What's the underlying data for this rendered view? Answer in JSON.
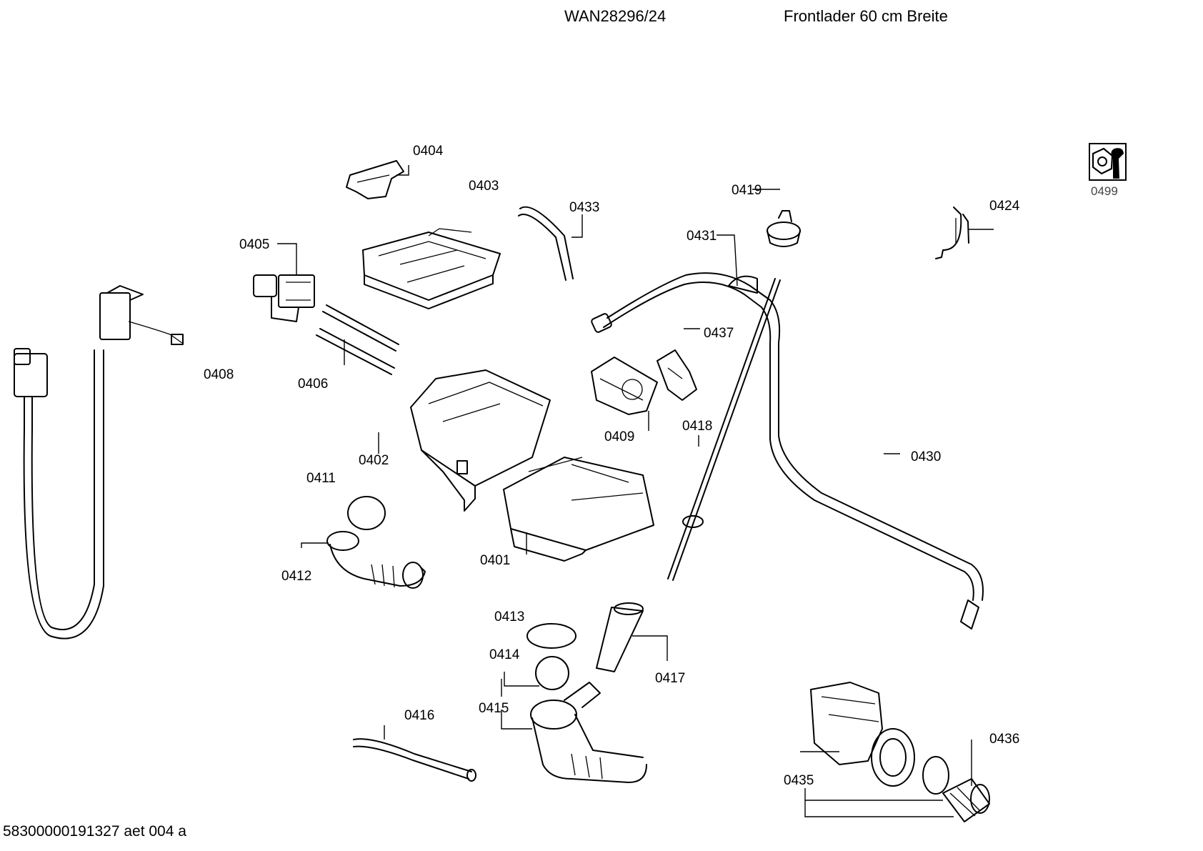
{
  "header": {
    "model": "WAN28296/24",
    "description": "Frontlader 60 cm Breite"
  },
  "footer": {
    "doc_code": "58300000191327 aet 004 a"
  },
  "parts": {
    "p0401": "0401",
    "p0402": "0402",
    "p0403": "0403",
    "p0404": "0404",
    "p0405": "0405",
    "p0406": "0406",
    "p0408": "0408",
    "p0409": "0409",
    "p0411": "0411",
    "p0412": "0412",
    "p0413": "0413",
    "p0414": "0414",
    "p0415": "0415",
    "p0416": "0416",
    "p0417": "0417",
    "p0418": "0418",
    "p0419": "0419",
    "p0424": "0424",
    "p0430": "0430",
    "p0431": "0431",
    "p0433": "0433",
    "p0435": "0435",
    "p0436": "0436",
    "p0437": "0437",
    "p0499": "0499"
  },
  "icons": {
    "tool_icon": "nut-and-wrench-icon"
  }
}
